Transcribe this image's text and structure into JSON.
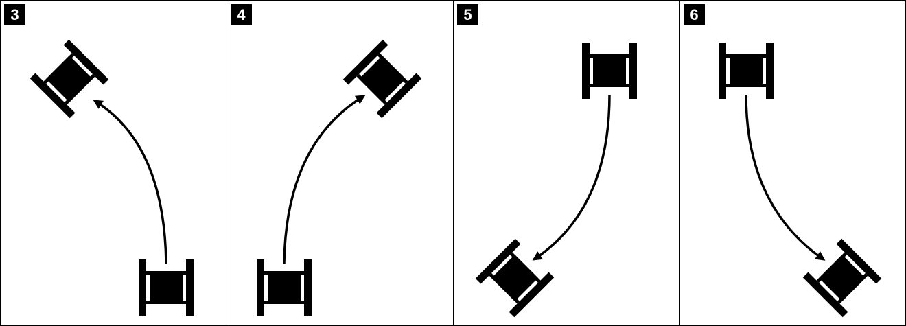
{
  "colors": {
    "background": "#ffffff",
    "border": "#000000",
    "label_bg": "#000000",
    "label_text": "#ffffff",
    "start_robot": "#8c8c8c",
    "end_robot": "#000000",
    "arrow": "#000000"
  },
  "panels": [
    {
      "label": "3",
      "start_icon": "robot-gray-icon",
      "end_icon": "robot-black-icon",
      "arrow_icon": "curved-arrow-icon"
    },
    {
      "label": "4",
      "start_icon": "robot-gray-icon",
      "end_icon": "robot-black-icon",
      "arrow_icon": "curved-arrow-icon"
    },
    {
      "label": "5",
      "start_icon": "robot-gray-icon",
      "end_icon": "robot-black-icon",
      "arrow_icon": "curved-arrow-icon"
    },
    {
      "label": "6",
      "start_icon": "robot-gray-icon",
      "end_icon": "robot-black-icon",
      "arrow_icon": "curved-arrow-icon"
    }
  ]
}
